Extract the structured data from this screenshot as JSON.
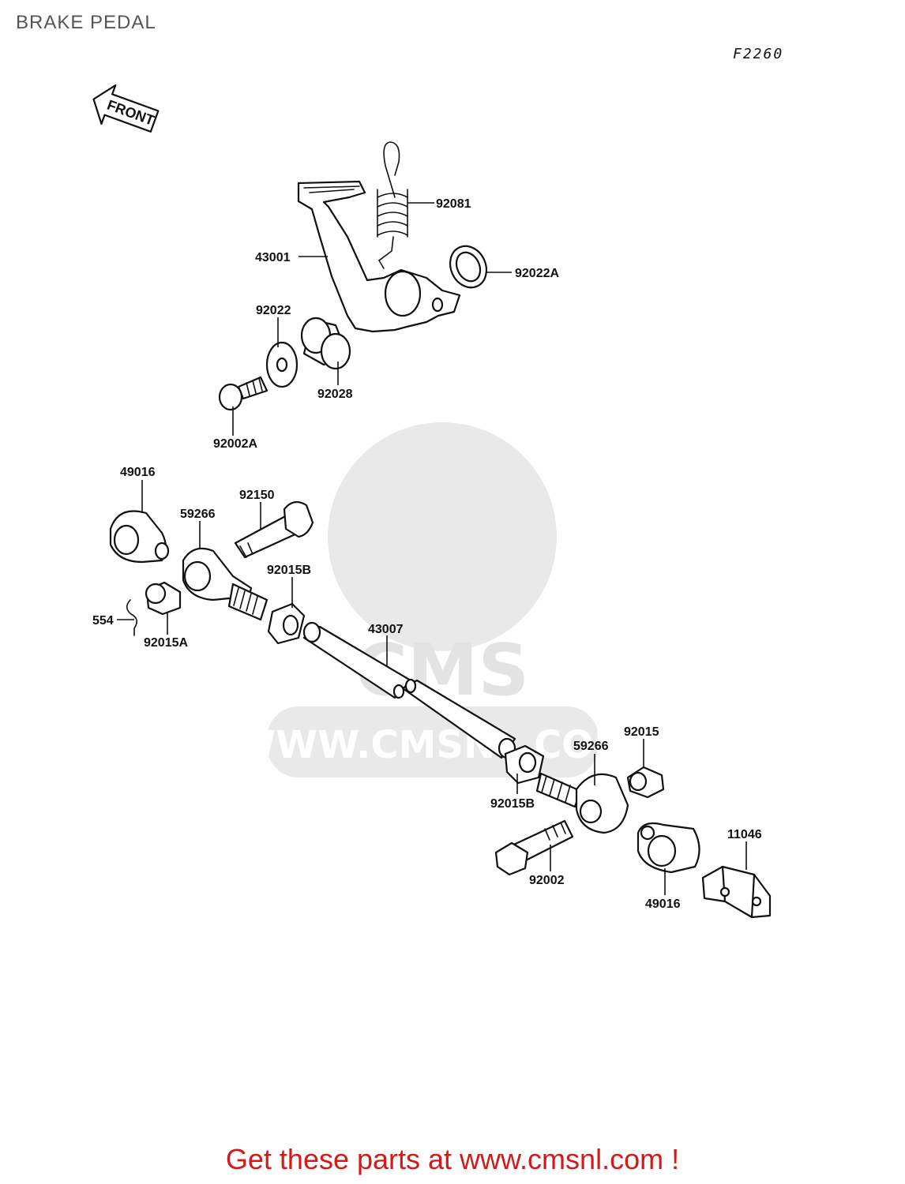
{
  "header": {
    "title": "BRAKE PEDAL",
    "code": "F2260"
  },
  "watermark": {
    "brand": "CMS",
    "url": "WWW.CMSNL.COM"
  },
  "front_arrow": {
    "label": "FRONT"
  },
  "parts": {
    "p92081": "92081",
    "p43001": "43001",
    "p92022A": "92022A",
    "p92022": "92022",
    "p92028": "92028",
    "p92002A": "92002A",
    "p49016_top": "49016",
    "p59266_left": "59266",
    "p92150": "92150",
    "p92015B_top": "92015B",
    "p554": "554",
    "p92015A": "92015A",
    "p43007": "43007",
    "p92015": "92015",
    "p59266_right": "59266",
    "p92015B_bottom": "92015B",
    "p92002": "92002",
    "p11046": "11046",
    "p49016_bottom": "49016"
  },
  "footer": {
    "text": "Get these parts at www.cmsnl.com !",
    "color": "#d11a1a"
  }
}
